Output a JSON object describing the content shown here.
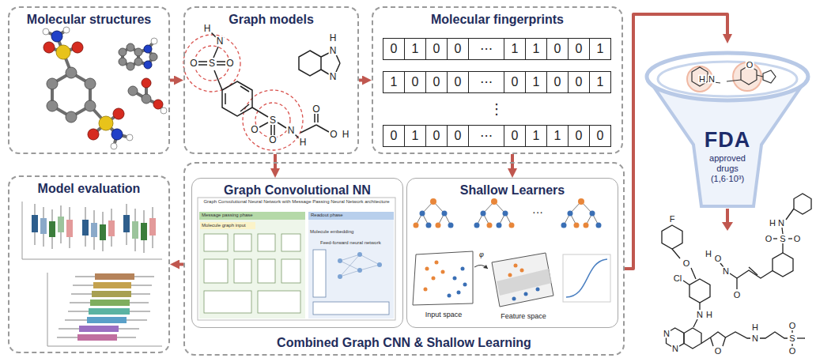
{
  "diagram": {
    "nodes": [
      {
        "text": [
          "Molecular structures"
        ]
      },
      {
        "text": [
          "Graph models"
        ]
      },
      {
        "text": [
          "Molecular fingerprints"
        ]
      },
      {
        "text": [
          "FDA",
          "approved drugs (1,6·10³)"
        ]
      },
      {
        "text": [
          "Model evaluation"
        ]
      },
      {
        "text": [
          "Combined Graph CNN & Shallow Learning"
        ]
      },
      {
        "text": [
          "Graph Convolutional NN"
        ],
        "in": 5
      },
      {
        "text": [
          "Shallow Learners"
        ],
        "in": 5
      }
    ],
    "edges": [
      {
        "from": 0,
        "to": 1,
        "arrow": "to"
      },
      {
        "from": 1,
        "to": 2,
        "arrow": "to"
      },
      {
        "from": 1,
        "to": 6,
        "arrow": "to"
      },
      {
        "from": 2,
        "to": 7,
        "arrow": "to"
      },
      {
        "from": 5,
        "to": 4,
        "arrow": "to"
      },
      {
        "from": 5,
        "to": 3,
        "arrow": "to"
      }
    ],
    "labels": [
      "H",
      "N",
      "S",
      "O",
      "O",
      "S",
      "O",
      "O",
      "N",
      "H",
      "H",
      "N",
      "N",
      "O",
      "O",
      "H",
      "0",
      "1",
      "0",
      "0",
      "⋯",
      "1",
      "1",
      "0",
      "0",
      "1",
      "1",
      "0",
      "0",
      "0",
      "⋯",
      "0",
      "1",
      "0",
      "0",
      "1",
      "⋮",
      "0",
      "1",
      "0",
      "0",
      "⋯",
      "0",
      "1",
      "1",
      "0",
      "0",
      "Graph Convolutional Neural Network with Message Passing Neural Network architecture",
      "Message passing phase",
      "Readout phase",
      "Molecule graph input",
      "Molecule embedding",
      "Feed-forward neural network",
      "···",
      "Input space",
      "φ",
      "Feature space",
      "O",
      "H",
      "N",
      "F",
      "O",
      "Cl",
      "N",
      "H",
      "N",
      "N",
      "O",
      "N",
      "H",
      "S",
      "O",
      "O",
      "H",
      "N",
      "S",
      "O",
      "O",
      "O",
      "N",
      "O",
      "H"
    ]
  }
}
